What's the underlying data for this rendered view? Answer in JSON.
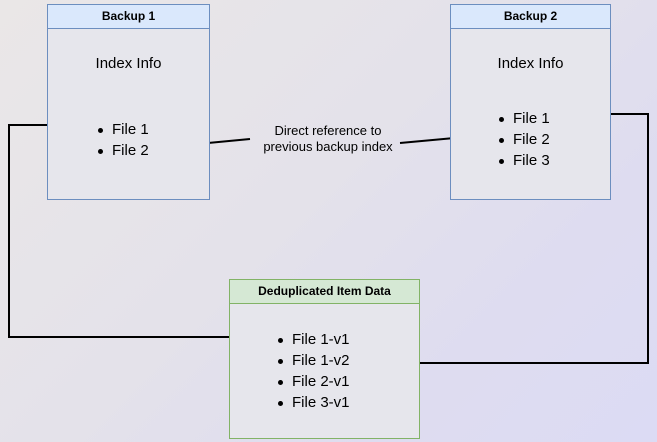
{
  "diagram": {
    "title_hidden": "Backup deduplication reference diagram",
    "background": {
      "from_color": "#eae7e7",
      "to_color": "#dcdbf4"
    },
    "palette": {
      "blue_border": "#6c8ebf",
      "blue_header_fill": "#dae8fc",
      "green_border": "#82b366",
      "green_header_fill": "#d5e8d4",
      "body_fill": "#e6e6ec",
      "edge_color": "#000000"
    },
    "nodes": [
      {
        "id": "backup1",
        "header": "Backup 1",
        "section_title": "Index Info",
        "items": [
          "File 1",
          "File 2"
        ]
      },
      {
        "id": "backup2",
        "header": "Backup 2",
        "section_title": "Index Info",
        "items": [
          "File 1",
          "File 2",
          "File 3"
        ]
      },
      {
        "id": "dedup",
        "header": "Deduplicated Item Data",
        "items": [
          "File 1-v1",
          "File 1-v2",
          "File 2-v1",
          "File 3-v1"
        ]
      }
    ],
    "edge_labels": [
      {
        "id": "direct-reference",
        "line1": "Direct reference to",
        "line2": "previous backup index"
      }
    ]
  }
}
